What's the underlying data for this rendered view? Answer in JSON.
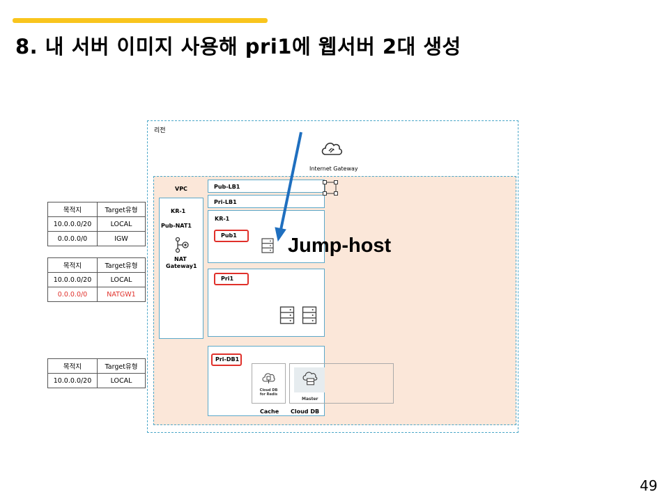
{
  "slide": {
    "title": "8. 내 서버 이미지 사용해 pri1에 웹서버 2대 생성",
    "page_number": "49",
    "accent_color": "#f9c51d"
  },
  "diagram": {
    "region_label": "리전",
    "internet_gateway_label": "Internet Gateway",
    "vpc_label": "VPC",
    "kr1_left_label": "KR-1",
    "pub_nat_label": "Pub-NAT1",
    "nat_gateway_label_line1": "NAT",
    "nat_gateway_label_line2": "Gateway1",
    "pub_lb_label": "Pub-LB1",
    "pri_lb_label": "Pri-LB1",
    "kr1_right_label": "KR-1",
    "pub1_label": "Pub1",
    "pri1_label": "Pri1",
    "pri_db_label": "Pri-DB1",
    "redis_label_line1": "Cloud DB",
    "redis_label_line2": "for Redis",
    "master_label": "Master",
    "cache_label": "Cache",
    "cloud_db_label": "Cloud DB",
    "annotation": "Jump-host",
    "arrow_color": "#1f6fbf",
    "highlight_color": "#e0302a"
  },
  "route_tables": [
    {
      "headers": [
        "목적지",
        "Target유형"
      ],
      "rows": [
        [
          "10.0.0.0/20",
          "LOCAL"
        ],
        [
          "0.0.0.0/0",
          "IGW"
        ]
      ]
    },
    {
      "headers": [
        "목적지",
        "Target유형"
      ],
      "rows": [
        [
          "10.0.0.0/20",
          "LOCAL"
        ],
        [
          "0.0.0.0/0",
          "NATGW1"
        ]
      ],
      "highlighted_row": 1
    },
    {
      "headers": [
        "목적지",
        "Target유형"
      ],
      "rows": [
        [
          "10.0.0.0/20",
          "LOCAL"
        ]
      ]
    }
  ]
}
